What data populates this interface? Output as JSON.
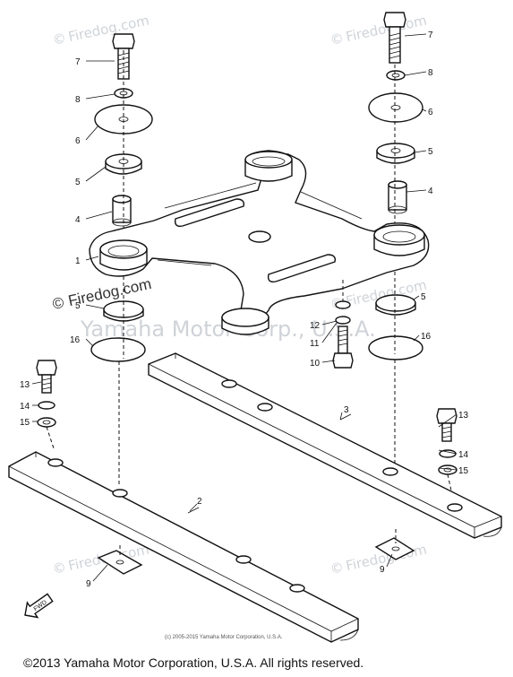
{
  "watermark": {
    "brand": "Firedog.com",
    "copyright_symbol": "©",
    "center_text": "Yamaha Motor Corp., U.S.A."
  },
  "callouts": [
    "1",
    "2",
    "3",
    "4",
    "5",
    "6",
    "7",
    "8",
    "9",
    "10",
    "11",
    "12",
    "13",
    "14",
    "15",
    "16"
  ],
  "fwd_label": "FWD",
  "fine_print": "(c) 2005-2015 Yamaha Motor Corporation, U.S.A.",
  "footer": "©2013 Yamaha Motor Corporation, U.S.A. All rights reserved.",
  "colors": {
    "line": "#111111",
    "watermark": "#cfd3d8"
  }
}
